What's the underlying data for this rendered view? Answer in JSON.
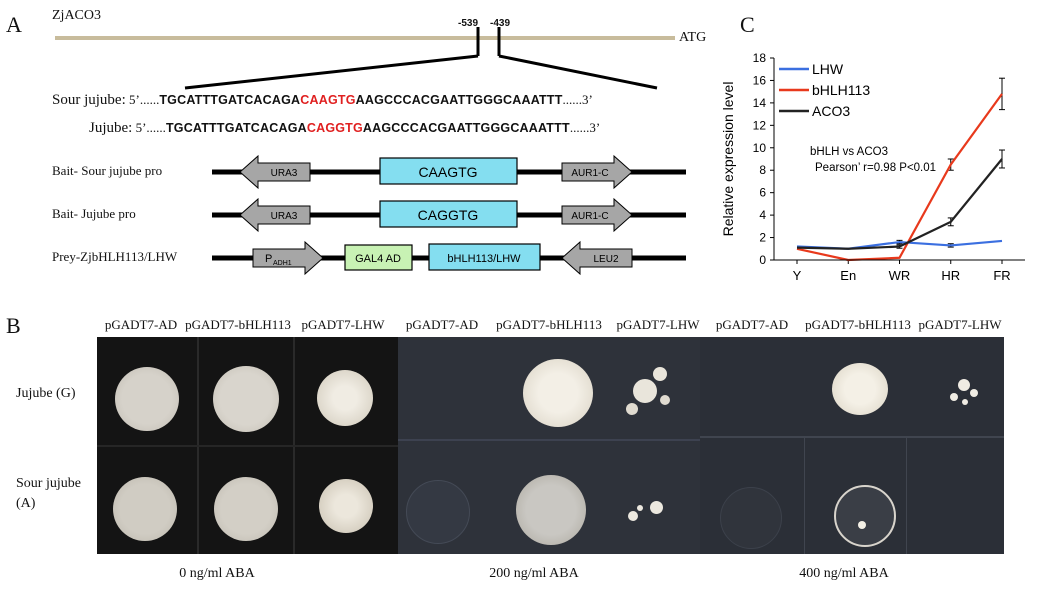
{
  "panelA": {
    "label": "A",
    "gene": "ZjACO3",
    "pos1": "-539",
    "pos2": "-439",
    "atg": "ATG",
    "seq1": {
      "label": "Sour jujube:",
      "p5": "5’......",
      "pre": "TGCATTTGATCACAGA",
      "motif": "CAAGTG",
      "post": "AAGCCCACGAATTGGGCAAATTT",
      "p3": "......3’"
    },
    "seq2": {
      "label": "Jujube:",
      "p5": "5’......",
      "pre": "TGCATTTGATCACAGA",
      "motif": "CAGGTG",
      "post": "AAGCCCACGAATTGGGCAAATTT",
      "p3": "......3’"
    },
    "rows": [
      {
        "label": "Bait- Sour jujube pro",
        "left": "URA3",
        "center": "CAAGTG",
        "right": "AUR1-C"
      },
      {
        "label": "Bait- Jujube pro",
        "left": "URA3",
        "center": "CAGGTG",
        "right": "AUR1-C"
      },
      {
        "label": "Prey-ZjbHLH113/LHW",
        "promoter": "P",
        "promoter_sub": "ADH1",
        "ad": "GAL4 AD",
        "center": "bHLH113/LHW",
        "right": "LEU2"
      }
    ],
    "colors": {
      "line": "#c8bc9c",
      "box": "#84def0",
      "ad": "#c8f2b4",
      "arrow": "#a6a6a6"
    }
  },
  "panelB": {
    "label": "B",
    "col_headers": [
      "pGADT7-AD",
      "pGADT7-bHLH113",
      "pGADT7-LHW",
      "pGADT7-AD",
      "pGADT7-bHLH113",
      "pGADT7-LHW",
      "pGADT7-AD",
      "pGADT7-bHLH113",
      "pGADT7-LHW"
    ],
    "row1": "Jujube (G)",
    "row2a": "Sour jujube",
    "row2b": "(A)",
    "conditions": [
      "0 ng/ml ABA",
      "200 ng/ml ABA",
      "400 ng/ml ABA"
    ]
  },
  "panelC": {
    "label": "C",
    "annotation1": "bHLH  vs  ACO3",
    "annotation2": "Pearson’ r=0.98  P<0.01",
    "chart_data": {
      "type": "line",
      "x": [
        "Y",
        "En",
        "WR",
        "HR",
        "FR"
      ],
      "ylabel": "Relative expression level",
      "ylim": [
        0,
        18
      ],
      "yticks": [
        0,
        2,
        4,
        6,
        8,
        10,
        12,
        14,
        16,
        18
      ],
      "grid": false,
      "legend": "top-left",
      "series": [
        {
          "name": "LHW",
          "color": "#3b6fe0",
          "values": [
            1.2,
            1.0,
            1.6,
            1.3,
            1.7
          ],
          "errors": [
            0.1,
            0.1,
            0.15,
            0.15,
            0.1
          ]
        },
        {
          "name": "bHLH113",
          "color": "#e8391c",
          "values": [
            1.0,
            0.0,
            0.2,
            8.5,
            14.8
          ],
          "errors": [
            0.1,
            0.05,
            0.1,
            0.5,
            1.4
          ]
        },
        {
          "name": "ACO3",
          "color": "#222222",
          "values": [
            1.1,
            1.0,
            1.2,
            3.4,
            9.0
          ],
          "errors": [
            0.1,
            0.1,
            0.15,
            0.35,
            0.8
          ]
        }
      ]
    }
  }
}
